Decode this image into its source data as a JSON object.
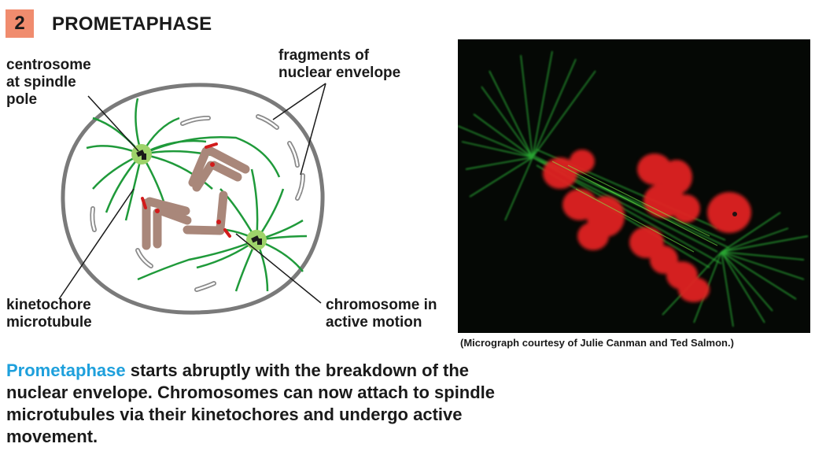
{
  "header": {
    "stage_number": "2",
    "stage_title": "PROMETAPHASE"
  },
  "labels": {
    "centrosome": [
      "centrosome",
      "at spindle",
      "pole"
    ],
    "envelope_fragments": [
      "fragments of",
      "nuclear envelope"
    ],
    "kinetochore_microtubule": [
      "kinetochore",
      "microtubule"
    ],
    "chromosome_motion": [
      "chromosome in",
      "active motion"
    ]
  },
  "credit": "(Micrograph courtesy of Julie Canman and Ted Salmon.)",
  "caption": {
    "term": "Prometaphase",
    "text": " starts abruptly with the breakdown of the nuclear envelope. Chromosomes can now attach to spindle microtubules via their kinetochores and undergo active movement."
  },
  "colors": {
    "badge": "#f08c6e",
    "term": "#1ea0dc",
    "microtubule": "#1f9a3a",
    "centrosome": "#9ed36a",
    "chromosome": "#a9877a",
    "kinetochore": "#d21a1a",
    "cell_outline": "#7a7a7a"
  }
}
